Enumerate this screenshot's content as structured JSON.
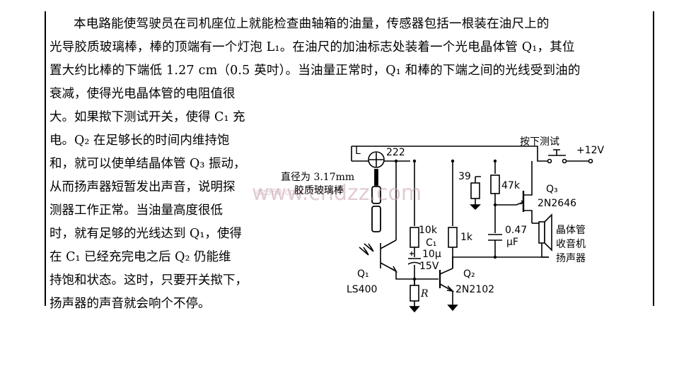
{
  "description": {
    "top_lines": [
      "本电路能使驾驶员在司机座位上就能检查曲轴箱的油量，传感器包括一根装在油尺上的",
      "光导胶质玻璃棒，棒的顶端有一个灯泡 L₁。在油尺的加油标志处装着一个光电晶体管 Q₁，其位",
      "置大约比棒的下端低 1.27 cm（0.5 英吋）。当油量正常时，Q₁ 和棒的下端之间的光线受到油的"
    ],
    "left_lines": [
      "衰减，使得光电晶体管的电阻值很",
      "大。如果揿下测试开关，使得 C₁ 充",
      "电。Q₂ 在足够长的时间内维持饱",
      "和，就可以使单结晶体管 Q₃ 振动，",
      "从而扬声器短暂发出声音，说明探",
      "测器工作正常。当油量高度很低",
      "时，就有足够的光线达到 Q₁，使得",
      "在 C₁ 已经充完电之后 Q₂ 仍能维",
      "持饱和状态。这时，只要开关揿下，",
      "扬声器的声音就会响个不停。"
    ]
  },
  "circuit": {
    "lamp_label": "L",
    "lamp_part": "222",
    "rod_note_line1": "直径为 3.17mm",
    "rod_note_line2": "胶质玻璃棒",
    "switch_label": "按下测试",
    "supply_label": "+12V",
    "r39_label": "39",
    "r47k_label": "47k",
    "q3_name": "Q₃",
    "q3_part": "2N2646",
    "r10k_label": "10k",
    "c1_name": "C₁",
    "c1_value": "10μ",
    "c1_voltage": "15V",
    "r1k_label": "1k",
    "cap_value_line1": "0.47",
    "cap_value_line2": "μF",
    "speaker_line1": "晶体管",
    "speaker_line2": "收音机",
    "speaker_line3": "扬声器",
    "q1_name": "Q₁",
    "q1_part": "LS400",
    "q2_name": "Q₂",
    "q2_part": "2N2102",
    "r_label": "R"
  },
  "watermark": {
    "main": "www.cndzz.com",
    "small": "dz360.com"
  }
}
